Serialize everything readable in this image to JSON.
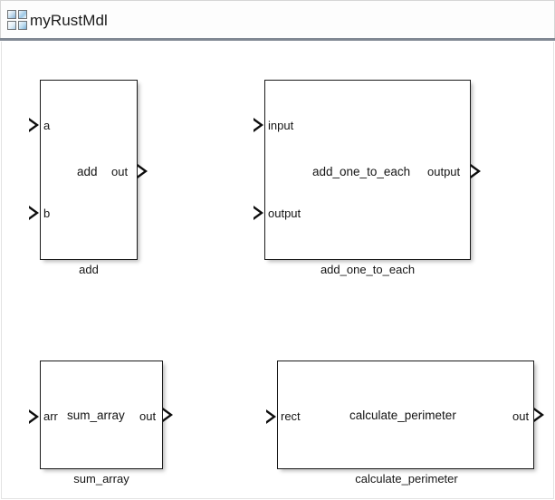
{
  "window": {
    "title": "myRustMdl",
    "icon": "simulink-model-icon",
    "canvas_background": "#ffffff",
    "block_border_color": "#1a1a1a"
  },
  "blocks": [
    {
      "name": "add",
      "caption": "add",
      "label": "add",
      "inputs": [
        "a",
        "b"
      ],
      "outputs": [
        "out"
      ]
    },
    {
      "name": "add_one_to_each",
      "caption": "add_one_to_each",
      "label": "add_one_to_each",
      "inputs": [
        "input",
        "output"
      ],
      "outputs": [
        "output"
      ]
    },
    {
      "name": "sum_array",
      "caption": "sum_array",
      "label": "sum_array",
      "inputs": [
        "arr"
      ],
      "outputs": [
        "out"
      ]
    },
    {
      "name": "calculate_perimeter",
      "caption": "calculate_perimeter",
      "label": "calculate_perimeter",
      "inputs": [
        "rect"
      ],
      "outputs": [
        "out"
      ]
    }
  ]
}
